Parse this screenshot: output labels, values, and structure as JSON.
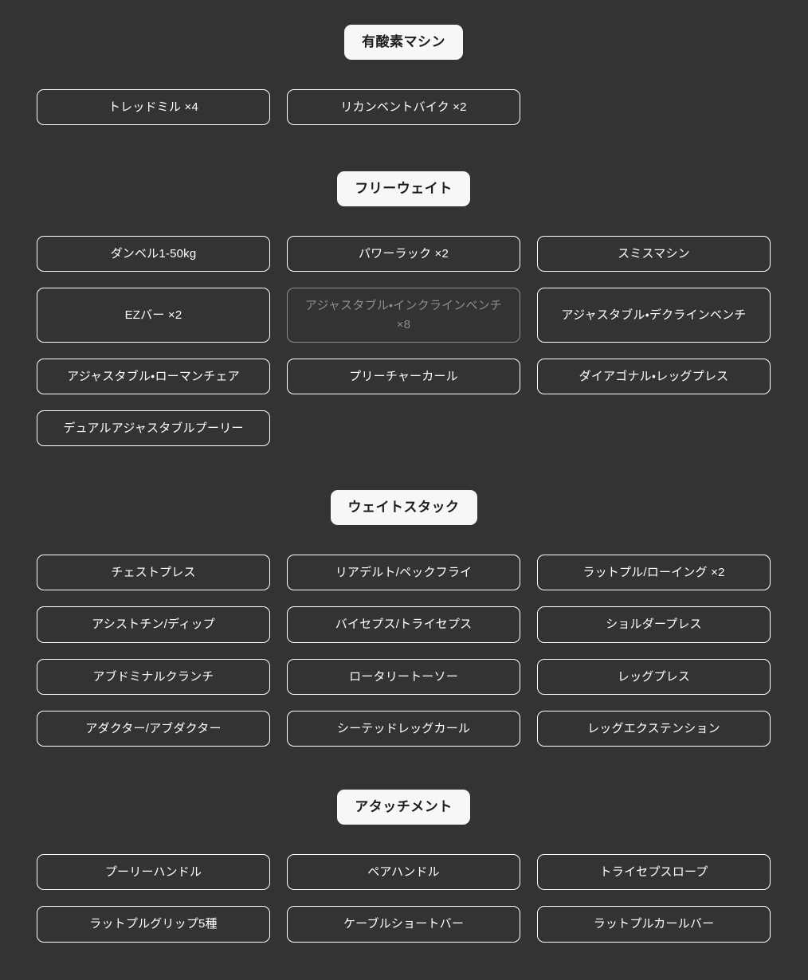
{
  "page": {
    "background_color": "#333333",
    "chip_border_color": "#ffffff",
    "chip_text_color": "#ffffff",
    "chip_dim_color": "#8d8d8d",
    "header_background_color": "#f7f7f7",
    "header_text_color": "#1c1c1c"
  },
  "sections": [
    {
      "id": "cardio",
      "title": "有酸素マシン",
      "items": [
        {
          "label": "トレッドミル ×4",
          "dim": false
        },
        {
          "label": "リカンベントバイク ×2",
          "dim": false
        }
      ]
    },
    {
      "id": "freeweight",
      "title": "フリーウェイト",
      "items": [
        {
          "label": "ダンベル1-50kg",
          "dim": false
        },
        {
          "label": "パワーラック ×2",
          "dim": false
        },
        {
          "label": "スミスマシン",
          "dim": false
        },
        {
          "label": "EZバー ×2",
          "dim": false
        },
        {
          "label": "アジャスタブル・インクラインベンチ ×8",
          "dim": true
        },
        {
          "label": "アジャスタブル・デクラインベンチ",
          "dim": false
        },
        {
          "label": "アジャスタブル・ローマンチェア",
          "dim": false
        },
        {
          "label": "プリーチャーカール",
          "dim": false
        },
        {
          "label": "ダイアゴナル・レッグプレス",
          "dim": false
        },
        {
          "label": "デュアルアジャスタブルプーリー",
          "dim": false
        }
      ]
    },
    {
      "id": "weightstack",
      "title": "ウェイトスタック",
      "items": [
        {
          "label": "チェストプレス",
          "dim": false
        },
        {
          "label": "リアデルト/ペックフライ",
          "dim": false
        },
        {
          "label": "ラットプル/ローイング ×2",
          "dim": false
        },
        {
          "label": "アシストチン/ディップ",
          "dim": false
        },
        {
          "label": "バイセプス/トライセプス",
          "dim": false
        },
        {
          "label": "ショルダープレス",
          "dim": false
        },
        {
          "label": "アブドミナルクランチ",
          "dim": false
        },
        {
          "label": "ロータリートーソー",
          "dim": false
        },
        {
          "label": "レッグプレス",
          "dim": false
        },
        {
          "label": "アダクター/アブダクター",
          "dim": false
        },
        {
          "label": "シーテッドレッグカール",
          "dim": false
        },
        {
          "label": "レッグエクステンション",
          "dim": false
        }
      ]
    },
    {
      "id": "attachment",
      "title": "アタッチメント",
      "items": [
        {
          "label": "プーリーハンドル",
          "dim": false
        },
        {
          "label": "ペアハンドル",
          "dim": false
        },
        {
          "label": "トライセプスロープ",
          "dim": false
        },
        {
          "label": "ラットプルグリップ5種",
          "dim": false
        },
        {
          "label": "ケーブルショートバー",
          "dim": false
        },
        {
          "label": "ラットプルカールバー",
          "dim": false
        }
      ]
    }
  ]
}
